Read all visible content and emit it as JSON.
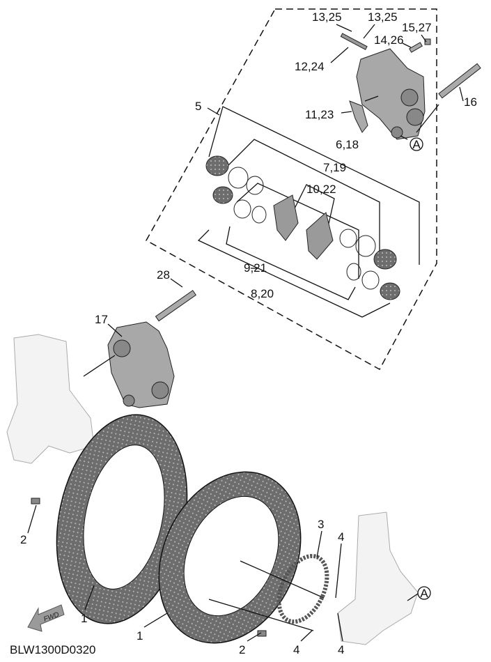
{
  "diagram": {
    "code": "BLW1300D0320",
    "fwd_label": "FWD",
    "reference_marker": "A",
    "callouts": {
      "c13_25_a": "13,25",
      "c13_25_b": "13,25",
      "c15_27": "15,27",
      "c14_26": "14,26",
      "c12_24": "12,24",
      "c5": "5",
      "c16": "16",
      "c11_23": "11,23",
      "c6_18": "6,18",
      "c7_19": "7,19",
      "c10_22": "10,22",
      "c9_21": "9,21",
      "c8_20": "8,20",
      "c28": "28",
      "c17": "17",
      "c2_a": "2",
      "c2_b": "2",
      "c3": "3",
      "c4_a": "4",
      "c4_b": "4",
      "c4_c": "4",
      "c1_a": "1",
      "c1_b": "1"
    }
  }
}
